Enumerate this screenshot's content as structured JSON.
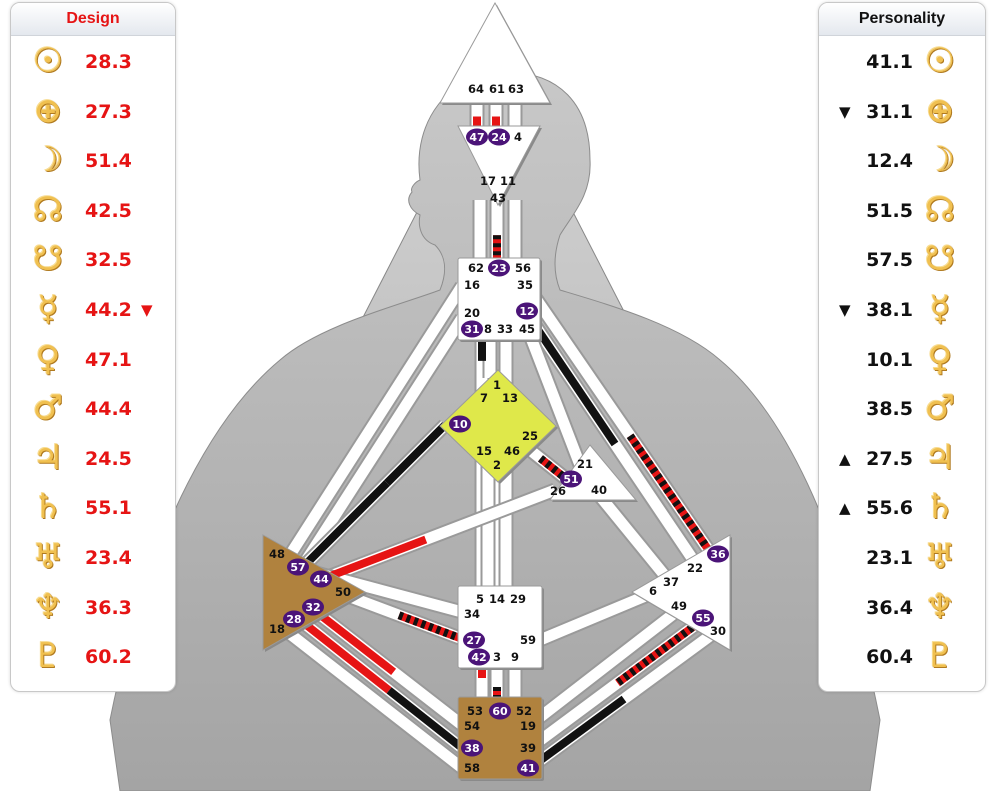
{
  "design": {
    "title": "Design",
    "rows": [
      {
        "planet": "sun-icon",
        "glyph": "☉",
        "value": "28.3",
        "arrow": ""
      },
      {
        "planet": "earth-icon",
        "glyph": "⊕",
        "value": "27.3",
        "arrow": ""
      },
      {
        "planet": "moon-icon",
        "glyph": "☽",
        "value": "51.4",
        "arrow": ""
      },
      {
        "planet": "north-node-icon",
        "glyph": "☊",
        "value": "42.5",
        "arrow": ""
      },
      {
        "planet": "south-node-icon",
        "glyph": "☋",
        "value": "32.5",
        "arrow": ""
      },
      {
        "planet": "mercury-icon",
        "glyph": "☿",
        "value": "44.2",
        "arrow": "▼"
      },
      {
        "planet": "venus-icon",
        "glyph": "♀",
        "value": "47.1",
        "arrow": ""
      },
      {
        "planet": "mars-icon",
        "glyph": "♂",
        "value": "44.4",
        "arrow": ""
      },
      {
        "planet": "jupiter-icon",
        "glyph": "♃",
        "value": "24.5",
        "arrow": ""
      },
      {
        "planet": "saturn-icon",
        "glyph": "♄",
        "value": "55.1",
        "arrow": ""
      },
      {
        "planet": "uranus-icon",
        "glyph": "♅",
        "value": "23.4",
        "arrow": ""
      },
      {
        "planet": "neptune-icon",
        "glyph": "♆",
        "value": "36.3",
        "arrow": ""
      },
      {
        "planet": "pluto-icon",
        "glyph": "♇",
        "value": "60.2",
        "arrow": ""
      }
    ]
  },
  "personality": {
    "title": "Personality",
    "rows": [
      {
        "planet": "sun-icon",
        "glyph": "☉",
        "value": "41.1",
        "arrow": ""
      },
      {
        "planet": "earth-icon",
        "glyph": "⊕",
        "value": "31.1",
        "arrow": "▼"
      },
      {
        "planet": "moon-icon",
        "glyph": "☽",
        "value": "12.4",
        "arrow": ""
      },
      {
        "planet": "north-node-icon",
        "glyph": "☊",
        "value": "51.5",
        "arrow": ""
      },
      {
        "planet": "south-node-icon",
        "glyph": "☋",
        "value": "57.5",
        "arrow": ""
      },
      {
        "planet": "mercury-icon",
        "glyph": "☿",
        "value": "38.1",
        "arrow": "▼"
      },
      {
        "planet": "venus-icon",
        "glyph": "♀",
        "value": "10.1",
        "arrow": ""
      },
      {
        "planet": "mars-icon",
        "glyph": "♂",
        "value": "38.5",
        "arrow": ""
      },
      {
        "planet": "jupiter-icon",
        "glyph": "♃",
        "value": "27.5",
        "arrow": "▲"
      },
      {
        "planet": "saturn-icon",
        "glyph": "♄",
        "value": "55.6",
        "arrow": "▲"
      },
      {
        "planet": "uranus-icon",
        "glyph": "♅",
        "value": "23.1",
        "arrow": ""
      },
      {
        "planet": "neptune-icon",
        "glyph": "♆",
        "value": "36.4",
        "arrow": ""
      },
      {
        "planet": "pluto-icon",
        "glyph": "♇",
        "value": "60.4",
        "arrow": ""
      }
    ]
  },
  "colors": {
    "design": "#e61414",
    "personality": "#111111",
    "gate_active": "#4b1478",
    "head_center": "#ffffff",
    "g_center": "#dfe84a",
    "spleen_center": "#b0823e",
    "root_center": "#b0823e",
    "undefined_center": "#ffffff",
    "channel_white": "#ffffff"
  },
  "centers": {
    "head": {
      "gates": [
        "64",
        "61",
        "63"
      ]
    },
    "ajna": {
      "gates": [
        "47",
        "24",
        "4",
        "17",
        "11",
        "43"
      ]
    },
    "throat": {
      "gates": [
        "62",
        "23",
        "56",
        "16",
        "35",
        "20",
        "12",
        "31",
        "8",
        "33",
        "45"
      ]
    },
    "g": {
      "gates": [
        "1",
        "7",
        "13",
        "10",
        "25",
        "15",
        "46",
        "2"
      ]
    },
    "ego": {
      "gates": [
        "21",
        "51",
        "26",
        "40"
      ]
    },
    "spleen": {
      "gates": [
        "48",
        "57",
        "44",
        "50",
        "32",
        "28",
        "18"
      ]
    },
    "sacral": {
      "gates": [
        "5",
        "14",
        "29",
        "34",
        "27",
        "59",
        "42",
        "3",
        "9"
      ]
    },
    "solar_plexus": {
      "gates": [
        "36",
        "22",
        "37",
        "6",
        "49",
        "55",
        "30"
      ]
    },
    "root": {
      "gates": [
        "53",
        "60",
        "52",
        "54",
        "19",
        "38",
        "39",
        "58",
        "41"
      ]
    }
  },
  "active_gates": [
    "47",
    "24",
    "23",
    "12",
    "31",
    "10",
    "51",
    "57",
    "44",
    "32",
    "28",
    "36",
    "55",
    "27",
    "42",
    "60",
    "38",
    "41"
  ]
}
